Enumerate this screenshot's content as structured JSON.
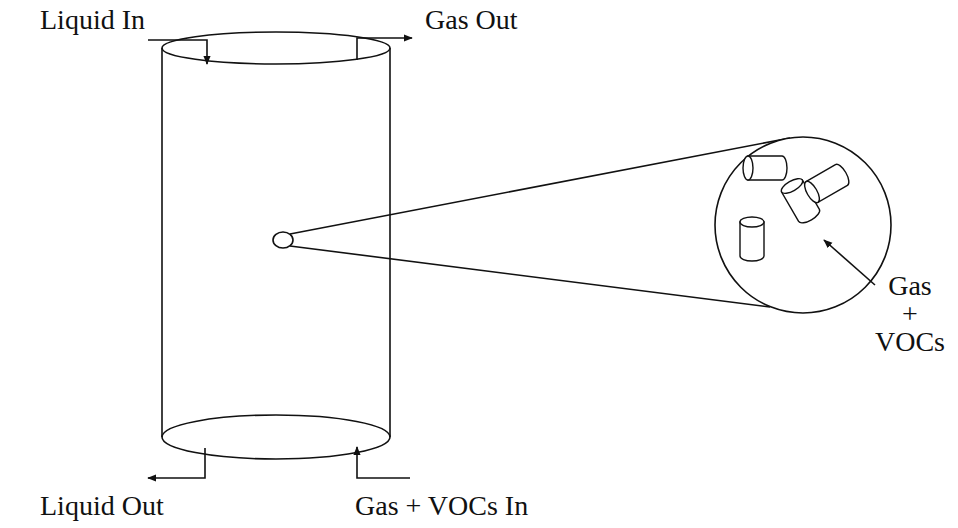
{
  "diagram": {
    "labels": [
      "Liquid In",
      "Gas Out",
      "Liquid Out",
      "Gas + VOCs In",
      "Gas + VOCs"
    ]
  }
}
